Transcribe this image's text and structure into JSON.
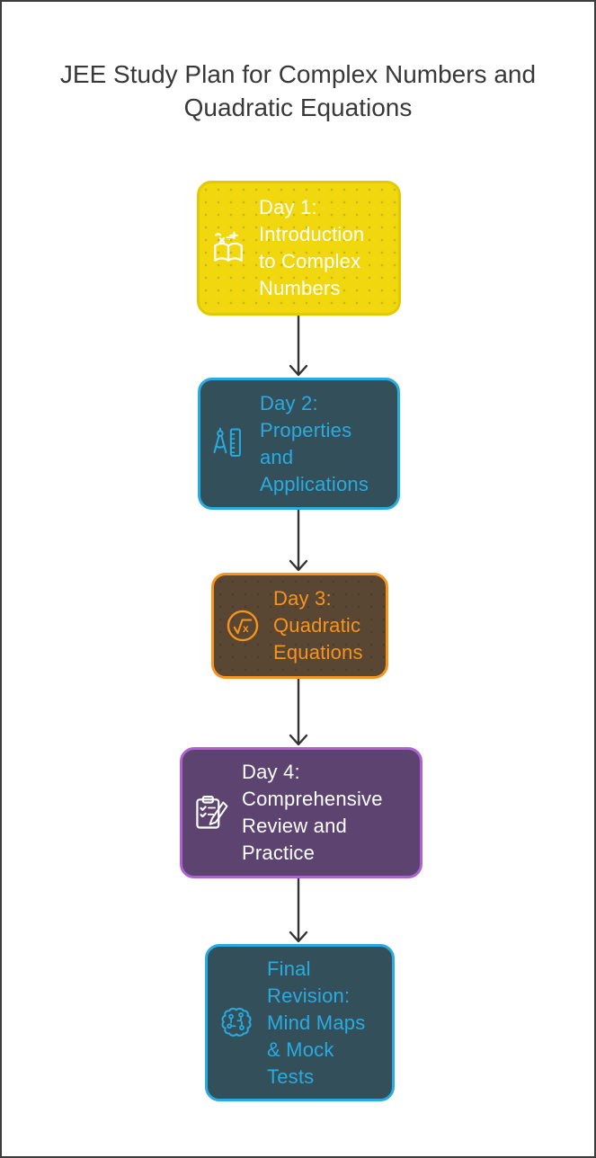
{
  "title": "JEE Study Plan for Complex Numbers and Quadratic Equations",
  "title_color": "#383838",
  "arrow_color": "#333333",
  "frame": {
    "border_color": "#3C3C3C",
    "background": "#FFFFFF"
  },
  "steps": [
    {
      "label": "Day 1:\nIntroduction\nto Complex\nNumbers",
      "icon": "math-book-icon",
      "bg": "#F0D70E",
      "border": "#E3C900",
      "text": "#FFFFFF",
      "texture": "dots"
    },
    {
      "label": "Day 2:\nProperties\nand\nApplications",
      "icon": "compass-ruler-icon",
      "bg": "#33505A",
      "border": "#29ABE2",
      "text": "#29ABE2",
      "texture": "none"
    },
    {
      "label": "Day 3:\nQuadratic\nEquations",
      "icon": "square-root-icon",
      "bg": "#594733",
      "border": "#F7941E",
      "text": "#F7941E",
      "texture": "dots"
    },
    {
      "label": "Day 4:\nComprehensive\nReview and\nPractice",
      "icon": "clipboard-pencil-icon",
      "bg": "#5D4470",
      "border": "#AE62D2",
      "text": "#FFFFFF",
      "texture": "none"
    },
    {
      "label": "Final\nRevision:\nMind Maps\n& Mock\nTests",
      "icon": "brain-icon",
      "bg": "#33505A",
      "border": "#29ABE2",
      "text": "#29ABE2",
      "texture": "none"
    }
  ]
}
